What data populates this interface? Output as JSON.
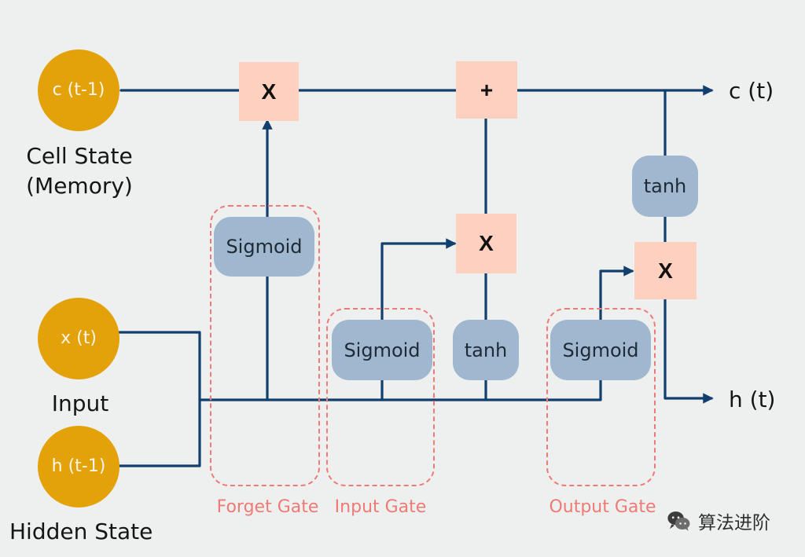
{
  "nodes": {
    "ct_prev": "c (t-1)",
    "xt": "x (t)",
    "ht_prev": "h (t-1)"
  },
  "labels": {
    "cell_state": "Cell State\n(Memory)",
    "input": "Input",
    "hidden_state": "Hidden State",
    "ct": "c (t)",
    "ht": "h (t)"
  },
  "ops": {
    "forget_mul": "X",
    "cell_add": "+",
    "input_mul": "X",
    "output_mul": "X"
  },
  "activations": {
    "forget_sigmoid": "Sigmoid",
    "input_sigmoid": "Sigmoid",
    "input_tanh": "tanh",
    "output_sigmoid": "Sigmoid",
    "cell_tanh": "tanh"
  },
  "gates": {
    "forget": "Forget Gate",
    "input": "Input Gate",
    "output": "Output Gate"
  },
  "watermark": {
    "text": "算法进阶",
    "icon": "wechat-icon"
  },
  "colors": {
    "line": "#123f6d",
    "node": "#e3a10a",
    "op": "#fdd0bf",
    "activation": "#9fb7cf",
    "gate": "#f07a7a"
  }
}
